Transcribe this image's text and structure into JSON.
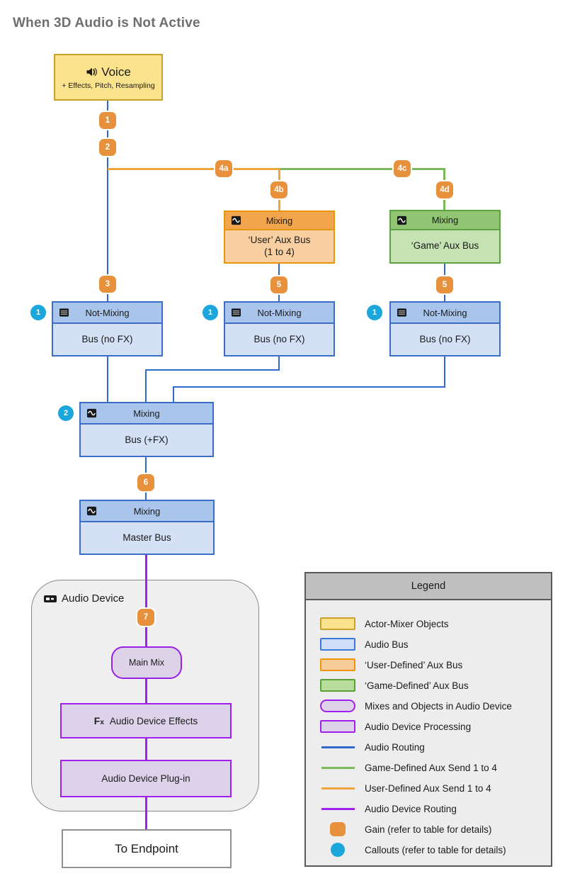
{
  "title": "When 3D Audio is Not Active",
  "nodes": {
    "voice": {
      "label": "Voice",
      "subtitle": "+ Effects, Pitch, Resampling"
    },
    "user_aux": {
      "header": "Mixing",
      "body_line1": "‘User’ Aux Bus",
      "body_line2": "(1 to 4)"
    },
    "game_aux": {
      "header": "Mixing",
      "body": "‘Game’ Aux Bus"
    },
    "buses": [
      {
        "header": "Not-Mixing",
        "body": "Bus (no FX)"
      },
      {
        "header": "Not-Mixing",
        "body": "Bus (no FX)"
      },
      {
        "header": "Not-Mixing",
        "body": "Bus (no FX)"
      }
    ],
    "mix_bus": {
      "header": "Mixing",
      "body": "Bus (+FX)"
    },
    "master_bus": {
      "header": "Mixing",
      "body": "Master Bus"
    },
    "audio_device": {
      "label": "Audio Device"
    },
    "main_mix": {
      "label": "Main Mix"
    },
    "device_effects": {
      "icon_label": "Fx",
      "label": "Audio Device Effects"
    },
    "device_plugin": {
      "label": "Audio Device Plug-in"
    },
    "endpoint": {
      "label": "To Endpoint"
    }
  },
  "gains": {
    "g1": "1",
    "g2": "2",
    "g3": "3",
    "g4a": "4a",
    "g4b": "4b",
    "g4c": "4c",
    "g4d": "4d",
    "g5a": "5",
    "g5b": "5",
    "g6": "6",
    "g7": "7"
  },
  "callouts": {
    "c1a": "1",
    "c1b": "1",
    "c1c": "1",
    "c2": "2"
  },
  "legend": {
    "title": "Legend",
    "items": [
      {
        "label": "Actor-Mixer Objects"
      },
      {
        "label": "Audio Bus"
      },
      {
        "label": "‘User-Defined’ Aux Bus"
      },
      {
        "label": "‘Game-Defined’ Aux Bus"
      },
      {
        "label": "Mixes and Objects in Audio Device"
      },
      {
        "label": "Audio Device Processing"
      },
      {
        "label": "Audio Routing"
      },
      {
        "label": "Game-Defined Aux Send 1 to 4"
      },
      {
        "label": "User-Defined Aux Send 1 to 4"
      },
      {
        "label": "Audio Device Routing"
      },
      {
        "label": "Gain (refer to table for details)"
      },
      {
        "label": "Callouts (refer to table for details)"
      }
    ]
  },
  "colors": {
    "actor_mixer_fill": "#FBE28D",
    "actor_mixer_border": "#C9A12B",
    "audio_bus_header": "#A9C5EC",
    "audio_bus_body": "#D3E0F6",
    "audio_bus_border": "#3B6FC7",
    "user_aux_header": "#F1A54C",
    "user_aux_body": "#F8CFA0",
    "user_aux_border": "#E8940F",
    "game_aux_header": "#92C573",
    "game_aux_body": "#C5E2B3",
    "game_aux_border": "#5FA044",
    "purple": "#A020F0",
    "purple_fill": "#DDD3E9",
    "gain_badge": "#E8913C",
    "callout_badge": "#1BA6DC",
    "routing_blue": "#2F6BCC",
    "aux_send_orange": "#F0A43C",
    "aux_send_green": "#7CB85C",
    "device_fill": "#EFEFEF",
    "legend_header": "#C0C0C0",
    "legend_body": "#EDEDED"
  }
}
